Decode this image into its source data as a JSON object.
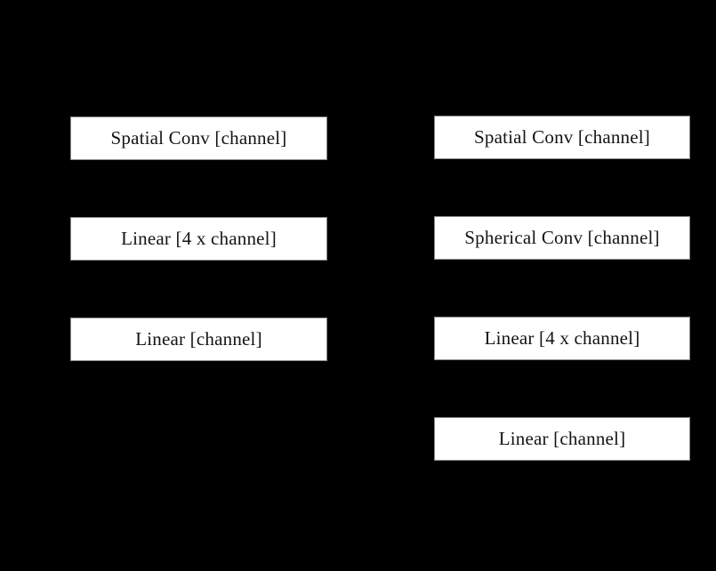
{
  "canvas": {
    "background_color": "#000000",
    "box_fill_color": "#ffffff",
    "box_edge_color": "#8a8a8a",
    "text_color": "#141414"
  },
  "diagram": {
    "left_column": {
      "boxes": [
        {
          "label": "Spatial Conv [channel]"
        },
        {
          "label": "Linear [4 x channel]"
        },
        {
          "label": "Linear [channel]"
        }
      ]
    },
    "right_column": {
      "boxes": [
        {
          "label": "Spatial Conv [channel]"
        },
        {
          "label": "Spherical Conv [channel]"
        },
        {
          "label": "Linear [4 x channel]"
        },
        {
          "label": "Linear [channel]"
        }
      ]
    }
  }
}
